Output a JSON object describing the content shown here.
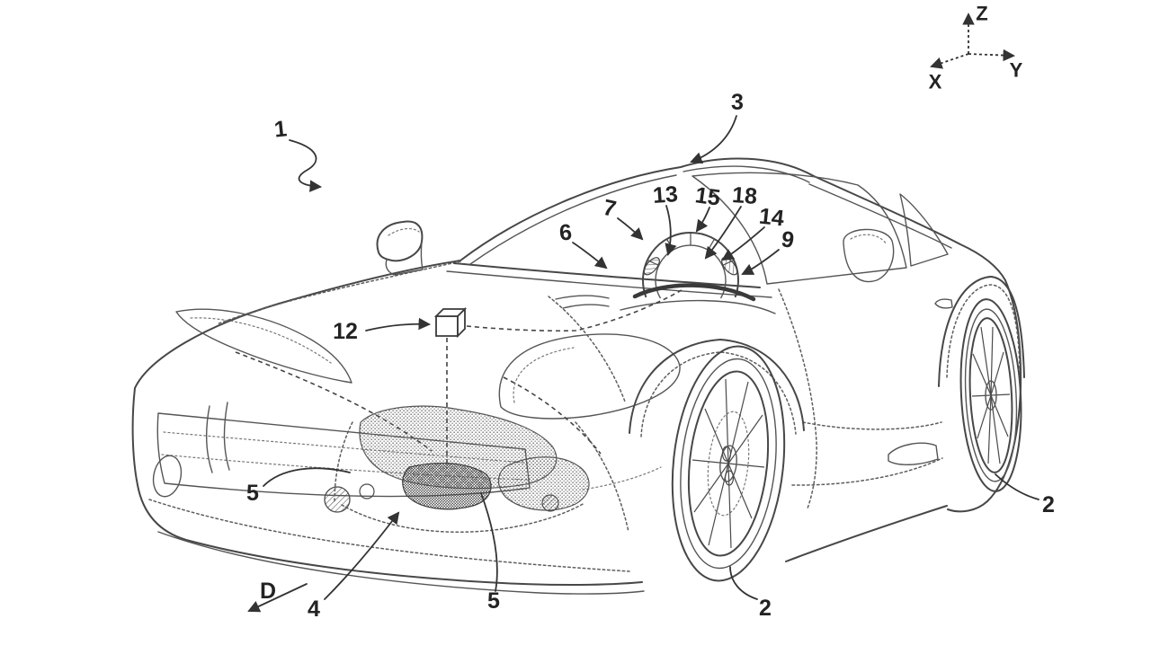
{
  "figure": {
    "type": "patent-line-drawing",
    "subject": "sports car front three-quarter view with phantom powertrain, steering wheel sensors, sensor unit and coordinate axes"
  },
  "labels": {
    "part1": "1",
    "part2_front_wheel": "2",
    "part2_rear_wheel": "2",
    "part3": "3",
    "part4": "4",
    "part5_upper": "5",
    "part5_lower": "5",
    "part6": "6",
    "part7": "7",
    "part9": "9",
    "part12": "12",
    "part13": "13",
    "part14": "14",
    "part15": "15",
    "part18": "18"
  },
  "axes": {
    "x": "X",
    "y": "Y",
    "z": "Z"
  },
  "direction_label": "D",
  "colors": {
    "background": "#ffffff",
    "line": "#474747",
    "text": "#232323"
  }
}
